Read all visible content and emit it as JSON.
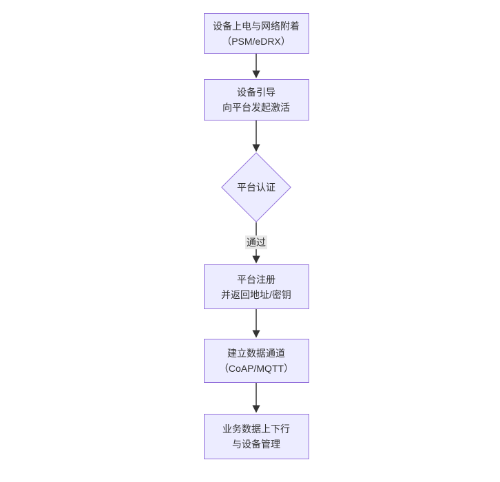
{
  "diagram": {
    "type": "flowchart",
    "direction": "top-down",
    "colors": {
      "background": "#ffffff",
      "node_fill": "#ECECFF",
      "node_border": "#9370DB",
      "arrow_line": "#333333",
      "edge_label_background": "#e8e8e8",
      "text": "#333333"
    },
    "nodes": [
      {
        "id": "power-attach",
        "shape": "rect",
        "line1": "设备上电与网络附着",
        "line2": "（PSM/eDRX）"
      },
      {
        "id": "bootstrap",
        "shape": "rect",
        "line1": "设备引导",
        "line2": "向平台发起激活"
      },
      {
        "id": "platform-auth",
        "shape": "diamond",
        "line1": "平台认证",
        "line2": ""
      },
      {
        "id": "register",
        "shape": "rect",
        "line1": "平台注册",
        "line2": "并返回地址/密钥"
      },
      {
        "id": "data-channel",
        "shape": "rect",
        "line1": "建立数据通道",
        "line2": "（CoAP/MQTT）"
      },
      {
        "id": "business-data",
        "shape": "rect",
        "line1": "业务数据上下行",
        "line2": "与设备管理"
      }
    ],
    "edges": [
      {
        "from": "power-attach",
        "to": "bootstrap",
        "label": ""
      },
      {
        "from": "bootstrap",
        "to": "platform-auth",
        "label": ""
      },
      {
        "from": "platform-auth",
        "to": "register",
        "label": "通过"
      },
      {
        "from": "register",
        "to": "data-channel",
        "label": ""
      },
      {
        "from": "data-channel",
        "to": "business-data",
        "label": ""
      }
    ]
  }
}
